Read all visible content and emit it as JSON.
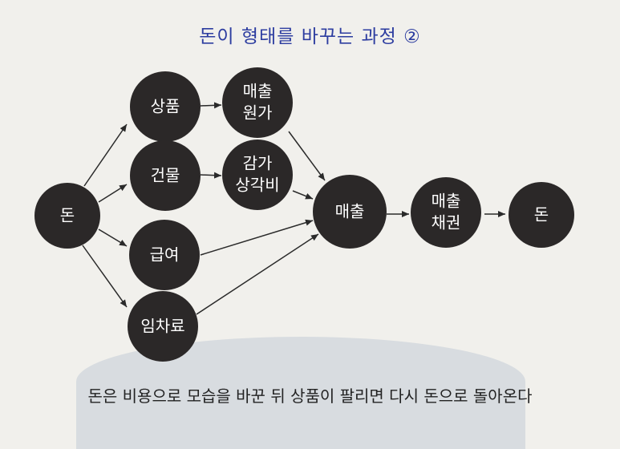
{
  "title": "돈이 형태를 바꾸는 과정 ②",
  "caption": "돈은 비용으로 모습을 바꾼 뒤 상품이 팔리면 다시 돈으로 돌아온다",
  "nodes": {
    "money_start": [
      "돈"
    ],
    "product": [
      "상품"
    ],
    "building": [
      "건물"
    ],
    "salary": [
      "급여"
    ],
    "rent": [
      "임차료"
    ],
    "cogs": [
      "매출",
      "원가"
    ],
    "depreciation": [
      "감가",
      "상각비"
    ],
    "sales": [
      "매출"
    ],
    "receivables": [
      "매출",
      "채권"
    ],
    "money_end": [
      "돈"
    ]
  },
  "colors": {
    "node_fill": "#2b2828",
    "node_text": "#ffffff",
    "title": "#2d3da0"
  }
}
